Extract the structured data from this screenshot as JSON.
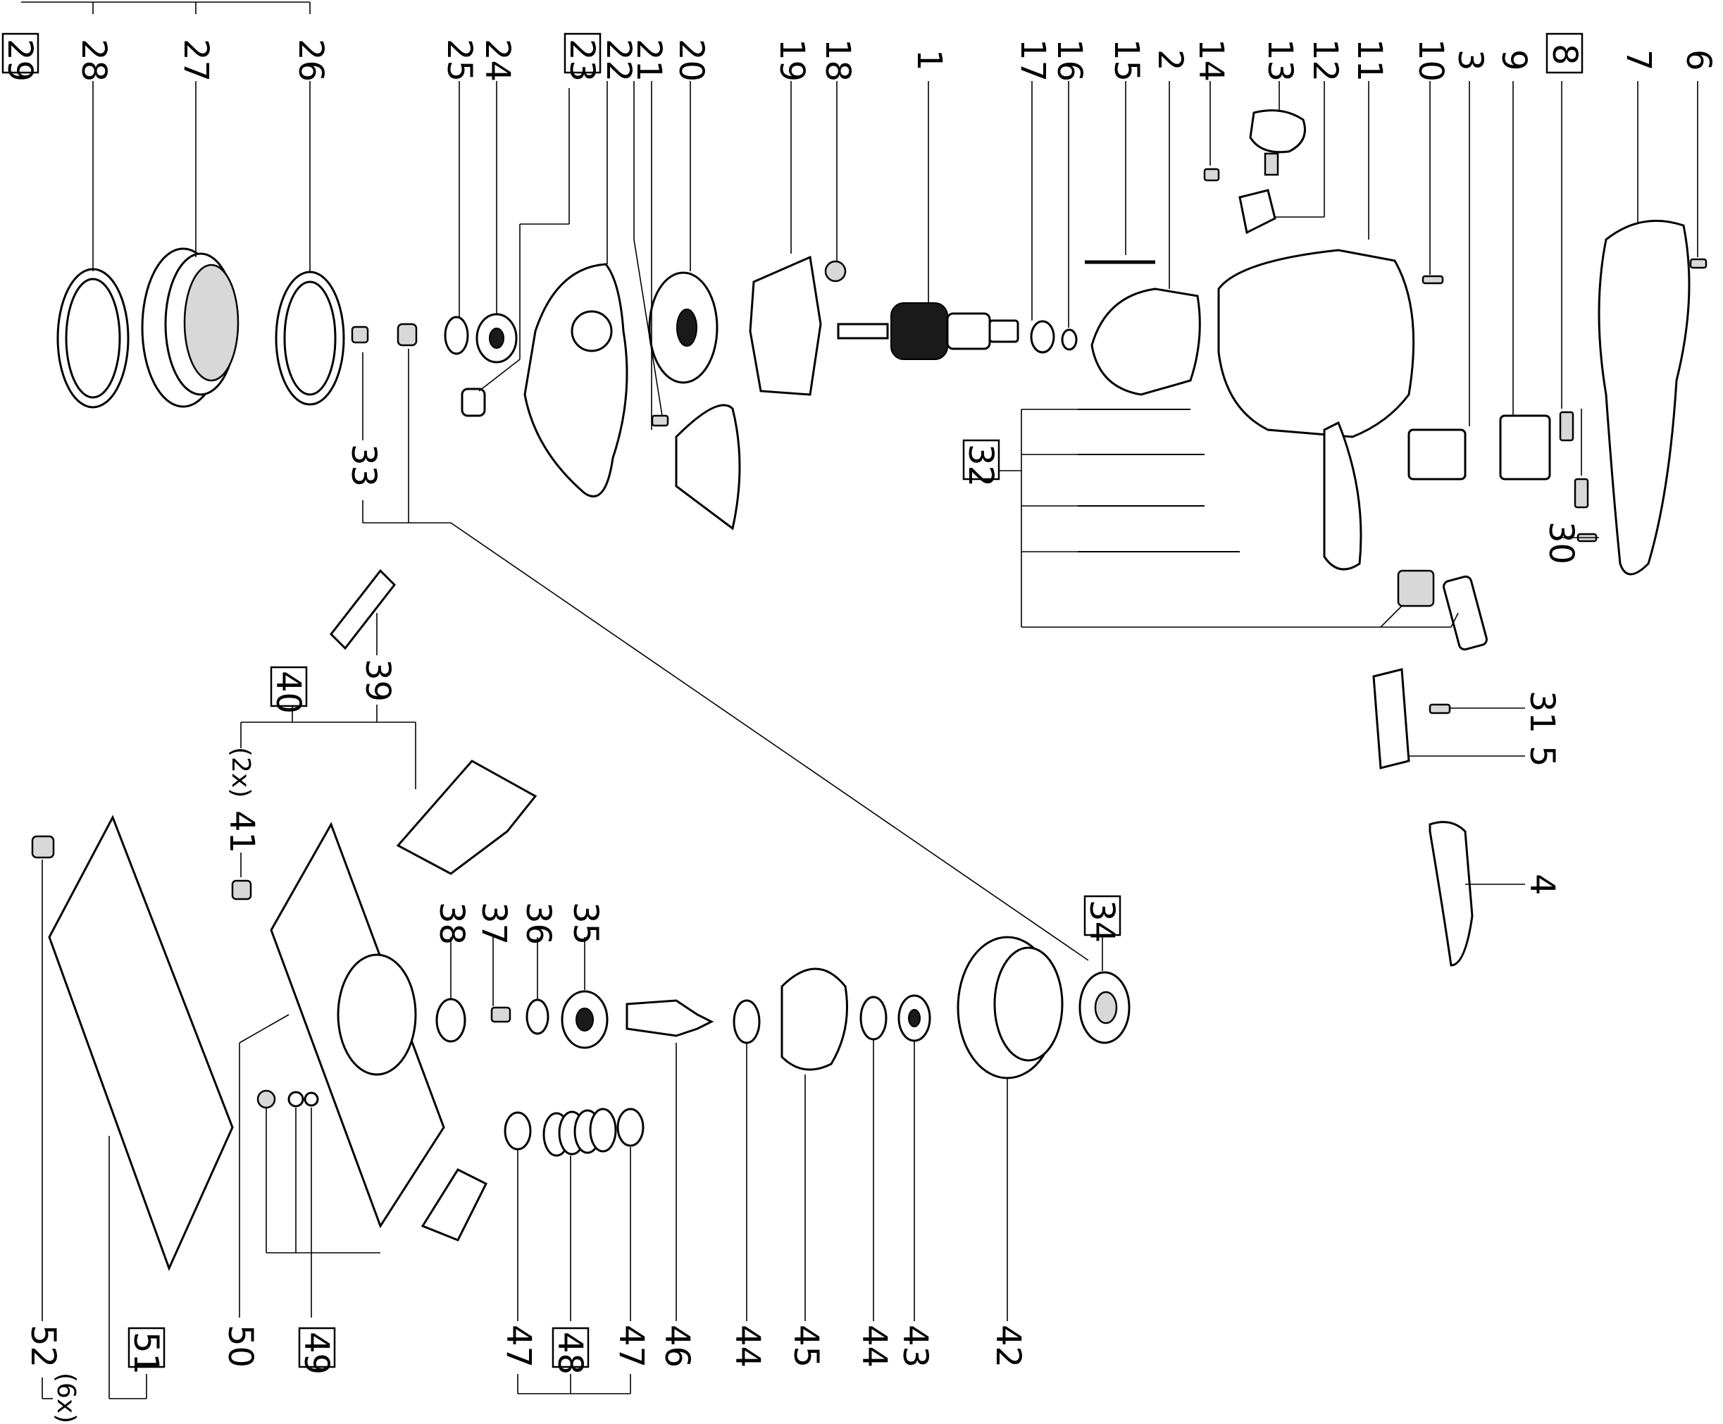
{
  "labels": {
    "p1": "1",
    "p2": "2",
    "p3": "3",
    "p4": "4",
    "p5": "5",
    "p6": "6",
    "p7": "7",
    "p8": "8",
    "p9": "9",
    "p10": "10",
    "p11": "11",
    "p12": "12",
    "p13": "13",
    "p14": "14",
    "p15": "15",
    "p16": "16",
    "p17": "17",
    "p18": "18",
    "p19": "19",
    "p20": "20",
    "p21": "21",
    "p22": "22",
    "p23": "23",
    "p24": "24",
    "p25": "25",
    "p26": "26",
    "p27": "27",
    "p28": "28",
    "p29": "29",
    "p30": "30",
    "p31": "31",
    "p32": "32",
    "p33": "33",
    "p34": "34",
    "p35": "35",
    "p36": "36",
    "p37": "37",
    "p38": "38",
    "p39": "39",
    "p40": "40",
    "p41": "41",
    "p42": "42",
    "p43": "43",
    "p44a": "44",
    "p44b": "44",
    "p45": "45",
    "p46": "46",
    "p47a": "47",
    "p47b": "47",
    "p48": "48",
    "p49": "49",
    "p50": "50",
    "p51": "51",
    "p52": "52"
  },
  "notes": {
    "qty41": "(2x)",
    "qty52": "(6x)"
  }
}
